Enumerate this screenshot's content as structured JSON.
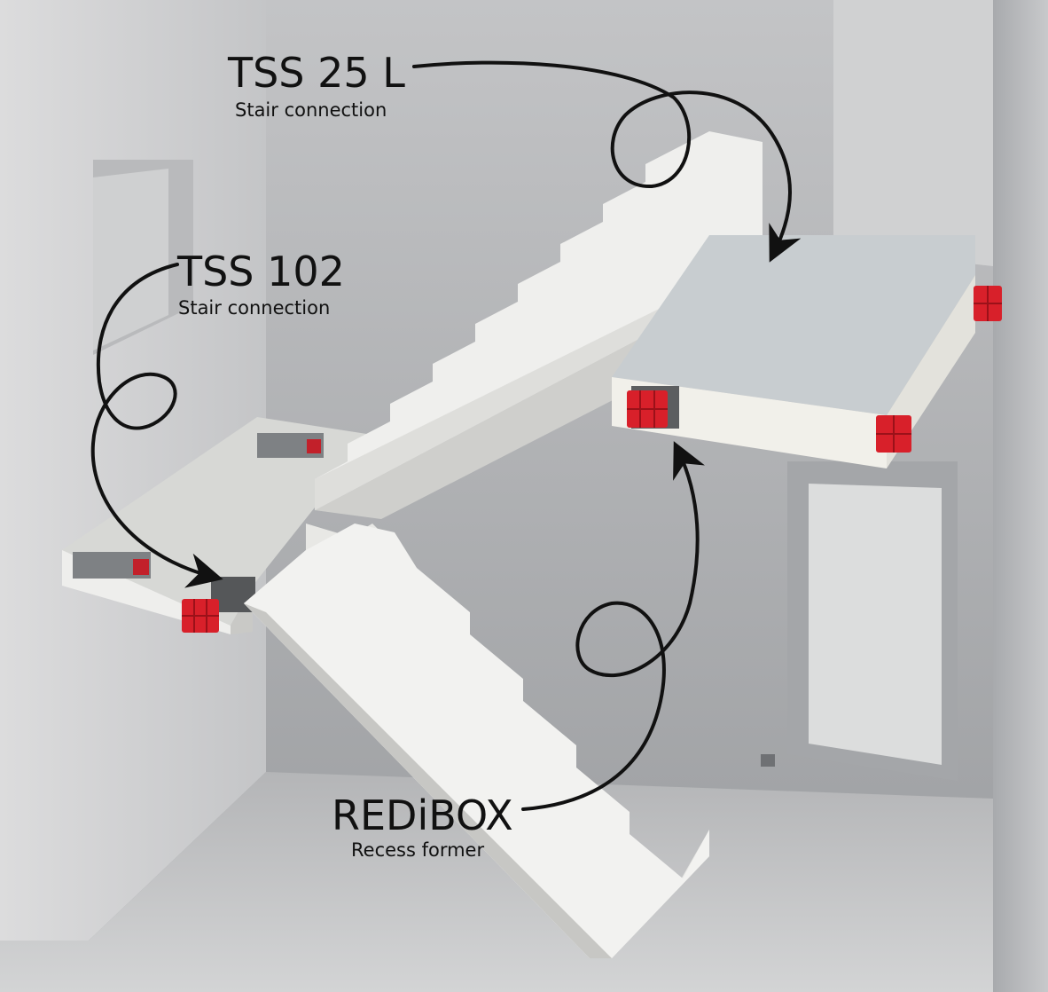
{
  "callouts": [
    {
      "title": "TSS 25 L",
      "subtitle": "Stair connection"
    },
    {
      "title": "TSS 102",
      "subtitle": "Stair connection"
    },
    {
      "title": "REDiBOX",
      "subtitle": "Recess former"
    }
  ],
  "colors": {
    "wall_light": "#d4d5d6",
    "wall_mid": "#b7b8ba",
    "wall_dark": "#8f9194",
    "floor": "#9c9ea1",
    "concrete": "#eeeeec",
    "concrete_shade": "#d9d9d6",
    "landing_top": "#c9ced1",
    "redibox": "#d8202a",
    "arrow": "#111111"
  }
}
